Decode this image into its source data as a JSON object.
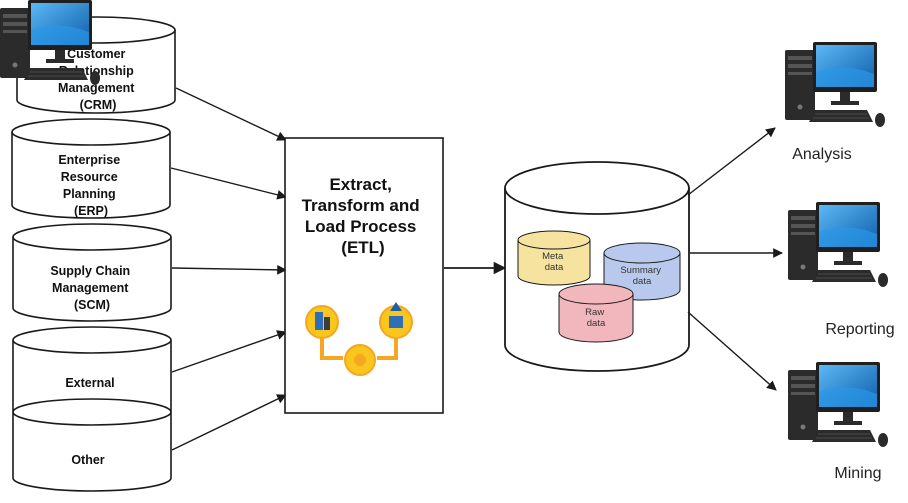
{
  "sources": [
    {
      "label_lines": [
        "Customer",
        "Relationship",
        "Management",
        "(CRM)"
      ]
    },
    {
      "label_lines": [
        "Enterprise",
        "Resource",
        "Planning",
        "(ERP)"
      ]
    },
    {
      "label_lines": [
        "Supply Chain",
        "Management",
        "(SCM)"
      ]
    },
    {
      "label_lines": [
        "External"
      ]
    },
    {
      "label_lines": [
        "Other"
      ]
    }
  ],
  "etl": {
    "label_lines": [
      "Extract,",
      "Transform and",
      "Load Process",
      "(ETL)"
    ],
    "icon_name": "etl-process-icon"
  },
  "warehouse": {
    "stores": [
      {
        "label_lines": [
          "Meta",
          "data"
        ],
        "color": "#f7e3a0"
      },
      {
        "label_lines": [
          "Summary",
          "data"
        ],
        "color": "#b9c9ee"
      },
      {
        "label_lines": [
          "Raw",
          "data"
        ],
        "color": "#f2b7bd"
      }
    ]
  },
  "outputs": [
    {
      "label": "Analysis",
      "icon_name": "desktop-computer-icon"
    },
    {
      "label": "Reporting",
      "icon_name": "desktop-computer-icon"
    },
    {
      "label": "Mining",
      "icon_name": "desktop-computer-icon"
    }
  ],
  "colors": {
    "stroke": "#1a1a1a",
    "icon_orange": "#f5a623",
    "icon_yellow": "#f8c61c",
    "monitor_blue": "#1e86d6"
  }
}
